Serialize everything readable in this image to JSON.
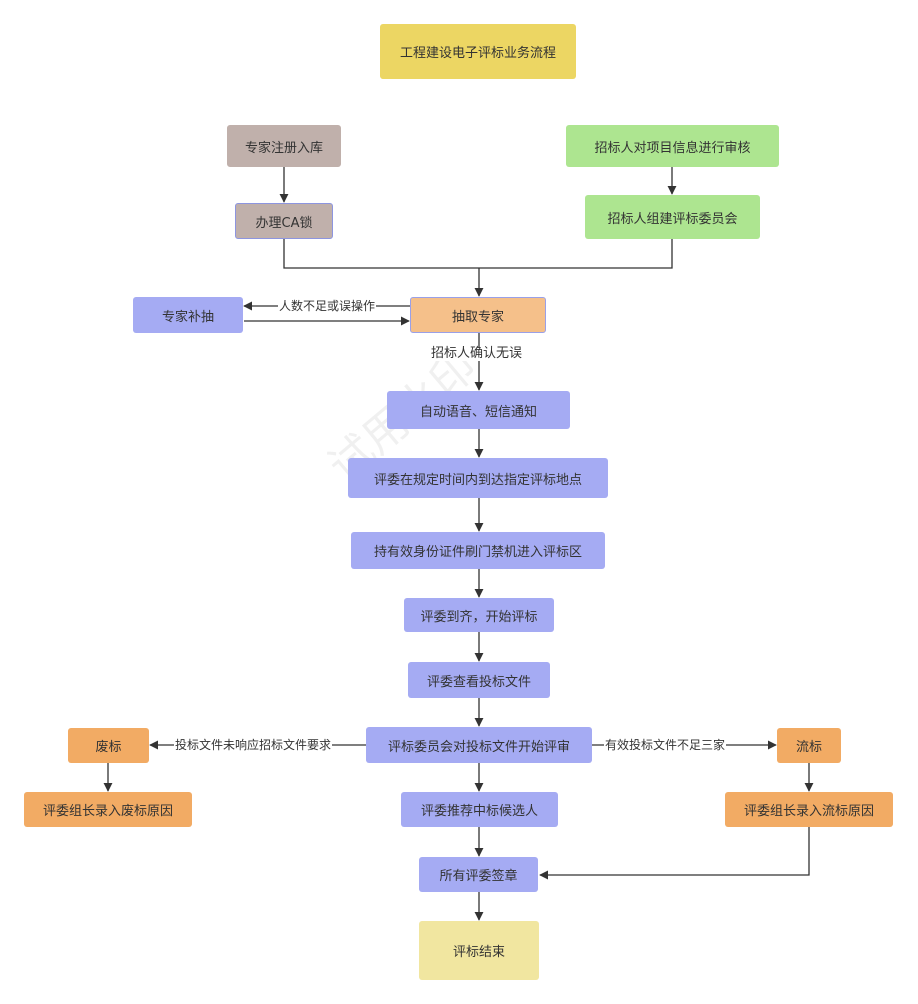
{
  "title": "工程建设电子评标业务流程",
  "nodes": {
    "expert_register": "专家注册入库",
    "ca_lock": "办理CA锁",
    "tenderer_review": "招标人对项目信息进行审核",
    "form_committee": "招标人组建评标委员会",
    "supplement_draw": "专家补抽",
    "draw_experts": "抽取专家",
    "auto_notify": "自动语音、短信通知",
    "arrive_location": "评委在规定时间内到达指定评标地点",
    "id_gate": "持有效身份证件刷门禁机进入评标区",
    "start_eval": "评委到齐，开始评标",
    "view_files": "评委查看投标文件",
    "committee_review": "评标委员会对投标文件开始评审",
    "void_bid": "废标",
    "void_reason": "评委组长录入废标原因",
    "recommend": "评委推荐中标候选人",
    "failed_bid": "流标",
    "failed_reason": "评委组长录入流标原因",
    "sign": "所有评委签章",
    "end": "评标结束"
  },
  "edge_labels": {
    "insufficient": "人数不足或误操作",
    "confirmed": "招标人确认无误",
    "not_responsive": "投标文件未响应招标文件要求",
    "less_than_three": "有效投标文件不足三家"
  },
  "watermark": "试用水印",
  "colors": {
    "title": "#ecd663",
    "grey": "#c0b0ab",
    "green": "#ade590",
    "peach": "#f5c08a",
    "blue": "#a5abf3",
    "orange": "#f2ab64",
    "end": "#f1e6a0",
    "line": "#333333"
  }
}
